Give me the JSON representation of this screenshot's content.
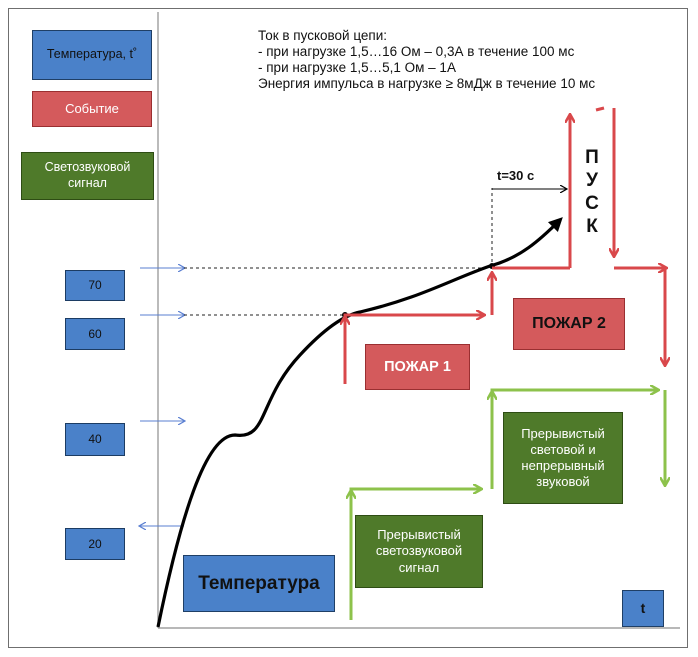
{
  "legend": {
    "temperature": "Температура, t˚",
    "event": "Событие",
    "signal": "Светозвуковой сигнал"
  },
  "note": {
    "line1": "Ток в пусковой цепи:",
    "line2": "- при нагрузке 1,5…16 Ом – 0,3А в течение 100 мс",
    "line3": "- при нагрузке 1,5…5,1 Ом – 1А",
    "line4": "Энергия импульса в нагрузке ≥ 8мДж в течение  10 мс"
  },
  "axis": {
    "t_label": "t",
    "values": [
      "70",
      "60",
      "40",
      "20"
    ]
  },
  "delay_label": "t=30 с",
  "pusk_letters": [
    "П",
    "У",
    "С",
    "К"
  ],
  "boxes": {
    "fire1": "ПОЖАР 1",
    "fire2": "ПОЖАР 2",
    "temperature_curve": "Температура",
    "signal1": "Прерывистый светозвуковой сигнал",
    "signal2": "Прерывистый световой и непрерывный звуковой"
  },
  "colors": {
    "blue": "#4a81c9",
    "red": "#d45a5c",
    "green": "#4f7a2a",
    "light_green": "#8dc24b",
    "arrow_red": "#d9484b",
    "black": "#000000"
  }
}
